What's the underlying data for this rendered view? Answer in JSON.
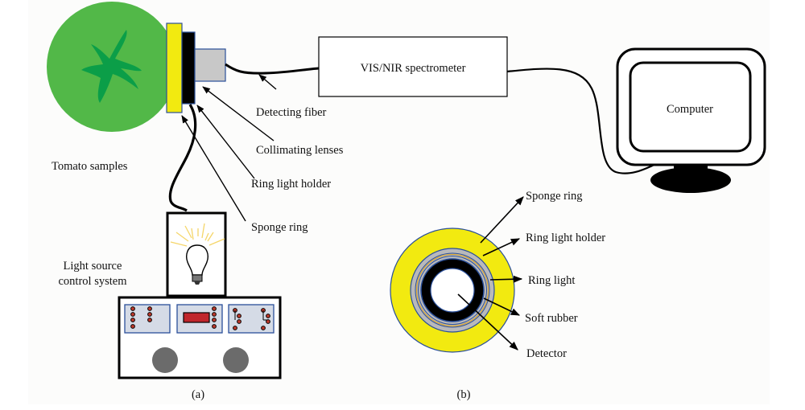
{
  "figure": {
    "panel_a": {
      "caption": "(a)",
      "labels": {
        "tomato": "Tomato samples",
        "detecting_fiber": "Detecting fiber",
        "collimating_lenses": "Collimating lenses",
        "ring_light_holder": "Ring light holder",
        "sponge_ring": "Sponge ring",
        "light_source_line1": "Light source",
        "light_source_line2": "control system"
      },
      "devices": {
        "spectrometer": "VIS/NIR spectrometer",
        "computer": "Computer"
      }
    },
    "panel_b": {
      "caption": "(b)",
      "labels": {
        "sponge_ring": "Sponge ring",
        "ring_light_holder": "Ring light holder",
        "ring_light": "Ring light",
        "soft_rubber": "Soft rubber",
        "detector": "Detector"
      }
    },
    "colors": {
      "tomato": "#52b848",
      "calyx": "#0b9e48",
      "sponge": "#f2ea10",
      "holder": "#000000",
      "lens": "#c8c8c8",
      "outline_blue": "#2a4f9a",
      "panel_fill": "#d5dbe6",
      "led": "#c0392b",
      "display": "#c0262c",
      "knob": "#6b6b6b",
      "bulb_rays": "#f5d66a",
      "ring_gray": "#b9b9bb",
      "ring_orange": "#e0a520"
    }
  }
}
